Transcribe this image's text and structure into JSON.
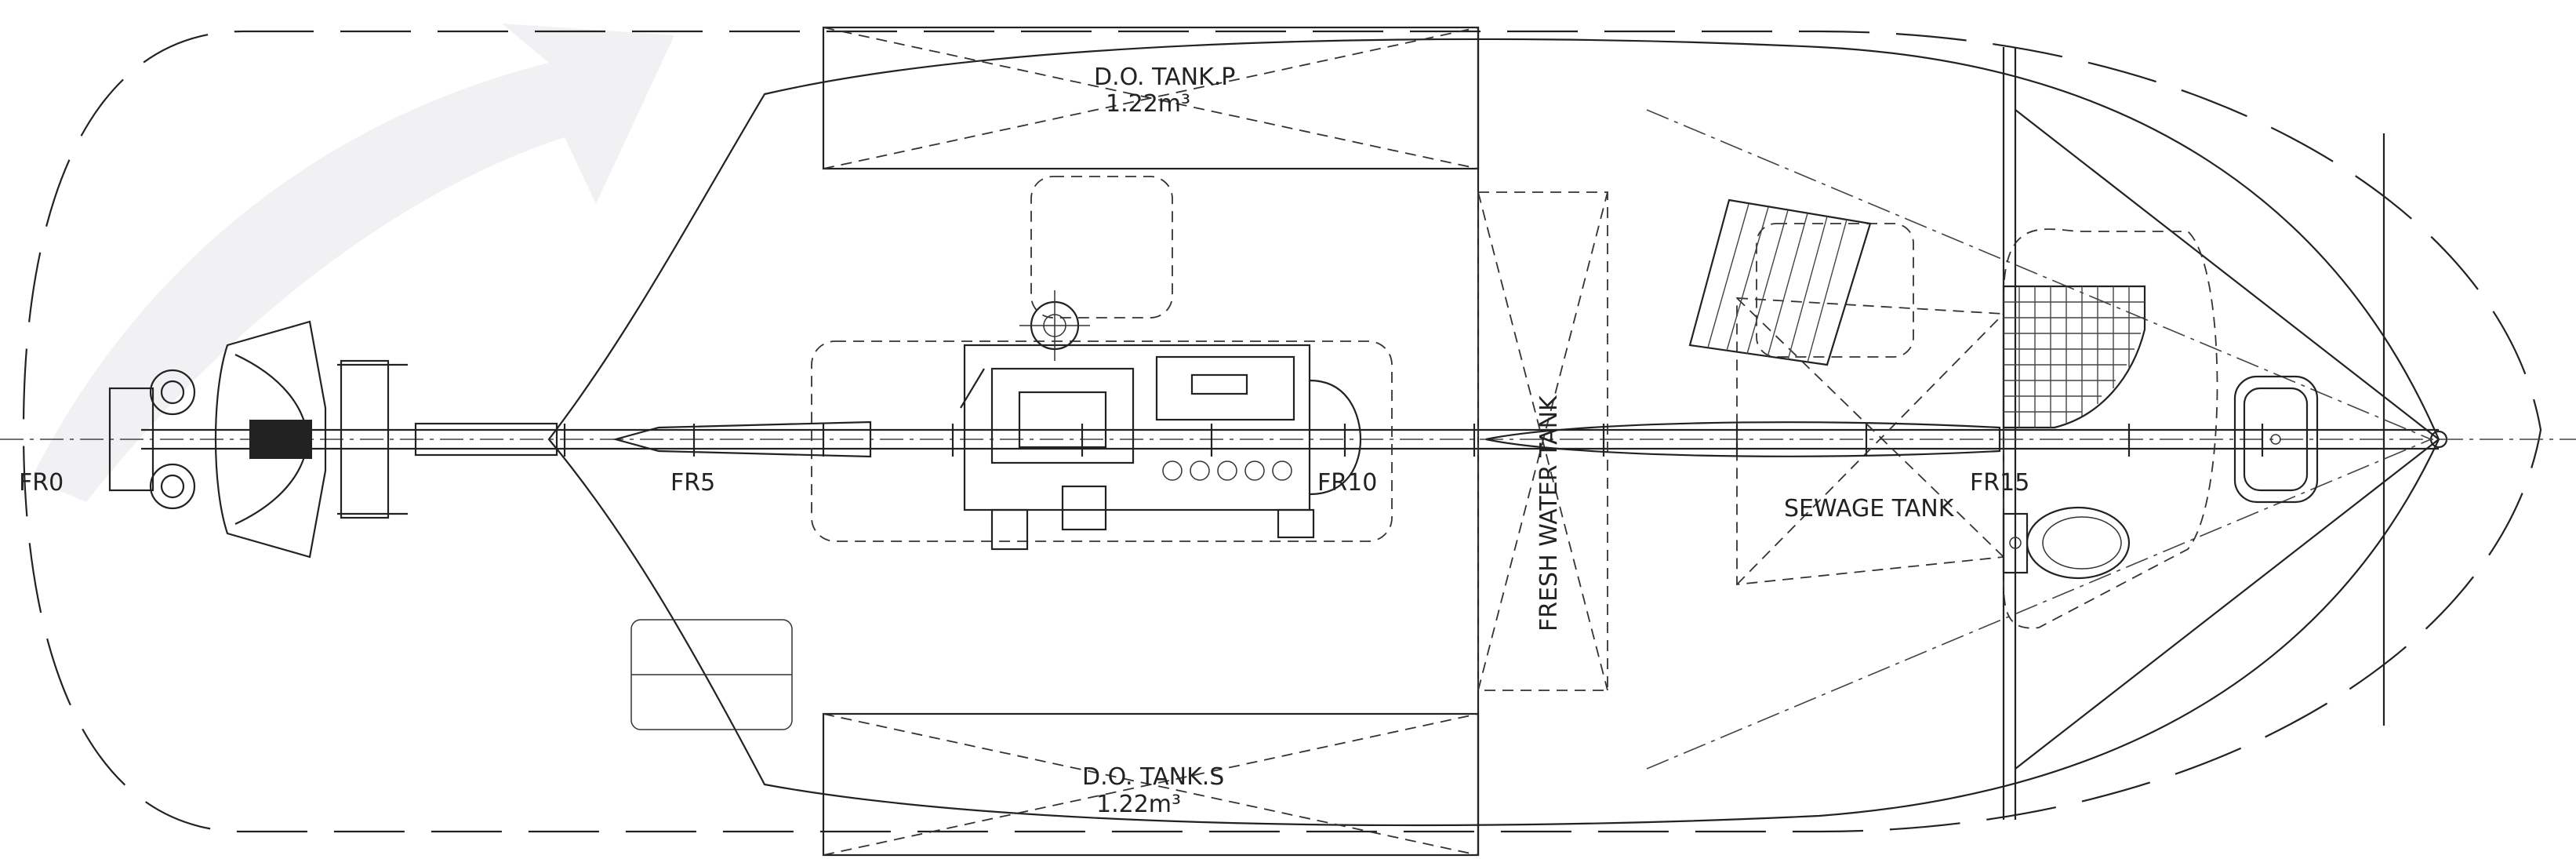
{
  "labels": {
    "fr0": "FR0",
    "fr5": "FR5",
    "fr10": "FR10",
    "fr15": "FR15",
    "do_tank_p_name": "D.O. TANK.P",
    "do_tank_p_volume": "1.22m³",
    "do_tank_s_name": "D.O. TANK.S",
    "do_tank_s_volume": "1.22m³",
    "fresh_water_tank": "FRESH WATER TANK",
    "sewage_tank": "SEWAGE TANK"
  },
  "colors": {
    "line": "#222222",
    "watermark": "#e6e6ea",
    "background": "#ffffff"
  },
  "icons": {
    "watermark": "swoosh-arrow-icon",
    "propeller": "propeller-icon",
    "engine": "engine-icon",
    "toilet": "toilet-icon",
    "hatch": "hatch-icon",
    "stairs": "stairs-icon"
  }
}
